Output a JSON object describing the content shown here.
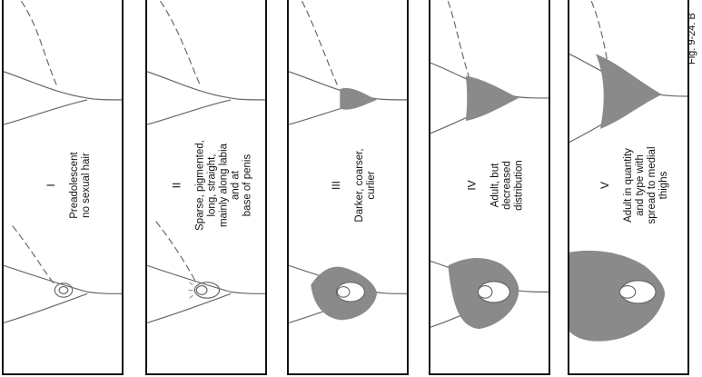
{
  "figure_label": "Fig. 9-24. B",
  "hair_color": "#8a8a8a",
  "stages": [
    {
      "numeral": "I",
      "text": "Preadolescent\nno sexual hair"
    },
    {
      "numeral": "II",
      "text": "Sparse, pigmented,\nlong, straight,\nmainly along labia\nand at\nbase of penis"
    },
    {
      "numeral": "III",
      "text": "Darker, coarser,\ncurlier"
    },
    {
      "numeral": "IV",
      "text": "Adult, but\ndecreased\ndistribution"
    },
    {
      "numeral": "V",
      "text": "Adult in quantity\nand type with\nspread to medial\nthighs"
    }
  ]
}
